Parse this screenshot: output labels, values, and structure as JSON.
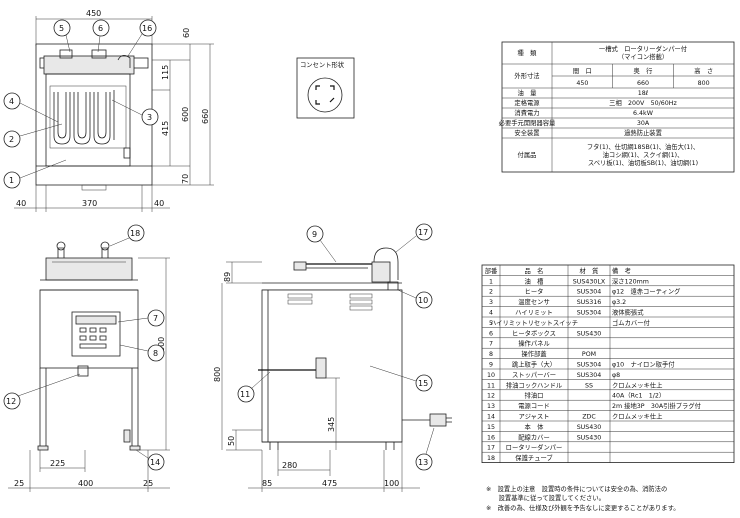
{
  "front_view": {
    "dims": {
      "top_width": "450",
      "top_height": "60",
      "inner_115": "115",
      "h600": "600",
      "h415": "415",
      "h660": "660",
      "h70": "70",
      "left40": "40",
      "mid370": "370",
      "right40": "40"
    },
    "callouts": [
      "5",
      "6",
      "16",
      "4",
      "3",
      "2",
      "1"
    ]
  },
  "outlet_label": "コンセント形状",
  "lower_front": {
    "dims": {
      "h800": "800",
      "d225": "225",
      "d25l": "25",
      "d400": "400",
      "d25r": "25"
    },
    "callouts": [
      "18",
      "7",
      "8",
      "12",
      "14"
    ]
  },
  "side_view": {
    "dims": {
      "h89": "89",
      "h345": "345",
      "h50": "50",
      "d280": "280",
      "d85": "85",
      "d475": "475",
      "d100": "100"
    },
    "callouts": [
      "9",
      "17",
      "10",
      "11",
      "15",
      "13"
    ]
  },
  "spec_table": {
    "rows": [
      {
        "label": "種　類",
        "value": "一槽式　ロータリーダンパー付\n（マイコン搭載）"
      },
      {
        "label": "外形寸法",
        "subheads": [
          "間　口",
          "奥　行",
          "高　さ"
        ],
        "subvals": [
          "450",
          "660",
          "800"
        ]
      },
      {
        "label": "油　量",
        "value": "18ℓ"
      },
      {
        "label": "定格電源",
        "value": "三相　200V　50/60Hz"
      },
      {
        "label": "消費電力",
        "value": "6.4kW"
      },
      {
        "label": "必要手元開閉器容量",
        "value": "30A"
      },
      {
        "label": "安全装置",
        "value": "過熱防止装置"
      },
      {
        "label": "付属品",
        "value": "フタ(1)、仕切網18SB(1)、油缶大(1)、\n油コシ網(1)、スクイ網(1)、\nスベリ板(1)、油切板SB(1)、油切網(1)"
      }
    ]
  },
  "parts_table": {
    "headers": [
      "部番",
      "品　名",
      "材　質",
      "備　考"
    ],
    "rows": [
      [
        "1",
        "油　槽",
        "SUS430LX",
        "深さ120mm"
      ],
      [
        "2",
        "ヒータ",
        "SUS304",
        "φ12　遠赤コーティング"
      ],
      [
        "3",
        "温度センサ",
        "SUS316",
        "φ3.2"
      ],
      [
        "4",
        "ハイリミット",
        "SUS304",
        "液体膨張式"
      ],
      [
        "5",
        "ハイリミットリセットスイッチ",
        "",
        "ゴムカバー付"
      ],
      [
        "6",
        "ヒータボックス",
        "SUS430",
        ""
      ],
      [
        "7",
        "操作パネル",
        "",
        ""
      ],
      [
        "8",
        "操作部蓋",
        "POM",
        ""
      ],
      [
        "9",
        "跳上取手（大）",
        "SUS304",
        "φ10　ナイロン取手付"
      ],
      [
        "10",
        "ストッパーバー",
        "SUS304",
        "φ8"
      ],
      [
        "11",
        "排油コックハンドル",
        "SS",
        "クロムメッキ仕上"
      ],
      [
        "12",
        "排油口",
        "",
        "40A（Rc1　1/2）"
      ],
      [
        "13",
        "電源コード",
        "",
        "2m 接地3P　30A引掛プラグ付"
      ],
      [
        "14",
        "アジャスト",
        "ZDC",
        "クロムメッキ仕上"
      ],
      [
        "15",
        "本　体",
        "SUS430",
        ""
      ],
      [
        "16",
        "配線カバー",
        "SUS430",
        ""
      ],
      [
        "17",
        "ロータリーダンパー",
        "",
        ""
      ],
      [
        "18",
        "保護チューブ",
        "",
        ""
      ]
    ]
  },
  "notes": [
    "※　設置上の注意　設置時の条件については安全の為、消防法の",
    "　　設置基準に従って設置してください。",
    "※　改善の為、仕様及び外観を予告なしに変更することがあります。"
  ]
}
